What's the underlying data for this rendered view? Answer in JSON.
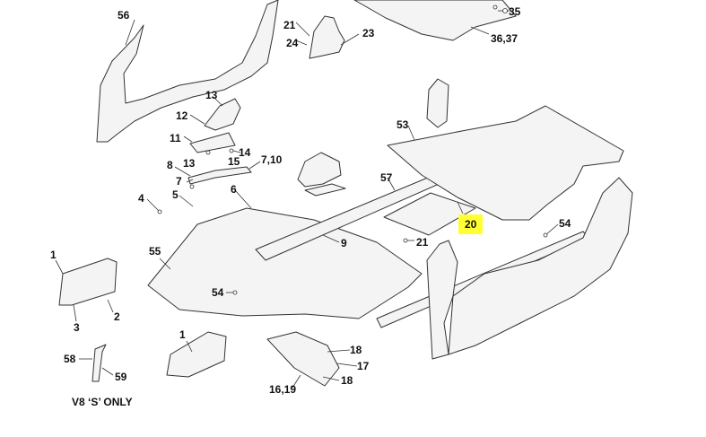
{
  "callouts": {
    "c56": "56",
    "c21a": "21",
    "c24": "24",
    "c23": "23",
    "c35": "35",
    "c3637": "36,37",
    "c13a": "13",
    "c12": "12",
    "c11": "11",
    "c14": "14",
    "c15": "15",
    "c710": "7,10",
    "c13b": "13",
    "c8": "8",
    "c7": "7",
    "c5": "5",
    "c6": "6",
    "c4": "4",
    "c53": "53",
    "c57": "57",
    "c20": "20",
    "c21b": "21",
    "c9": "9",
    "c54a": "54",
    "c55": "55",
    "c54b": "54",
    "c1a": "1",
    "c2": "2",
    "c3": "3",
    "c1b": "1",
    "c58": "58",
    "c59": "59",
    "c18a": "18",
    "c17": "17",
    "c18b": "18",
    "c1619": "16,19"
  },
  "caption": "V8 ‘S’ ONLY",
  "colors": {
    "highlight": "#ffff33",
    "line": "#333333",
    "fill": "#f2f2f2"
  }
}
